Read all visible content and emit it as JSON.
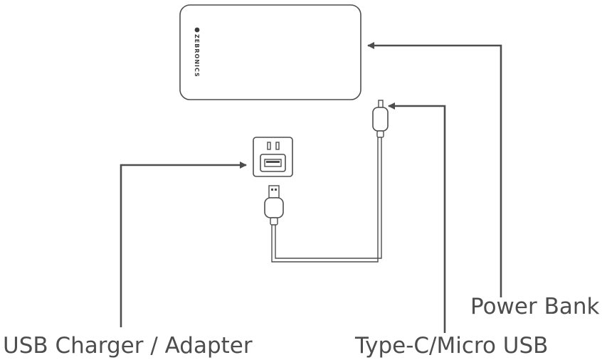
{
  "brand": {
    "name": "ZEBRONICS"
  },
  "labels": {
    "power_bank": "Power Bank",
    "usb_charger": "USB Charger / Adapter",
    "cable": "Type-C/Micro USB"
  },
  "colors": {
    "line": "#4d4d4d",
    "text": "#4d4d4d",
    "background": "#ffffff"
  }
}
